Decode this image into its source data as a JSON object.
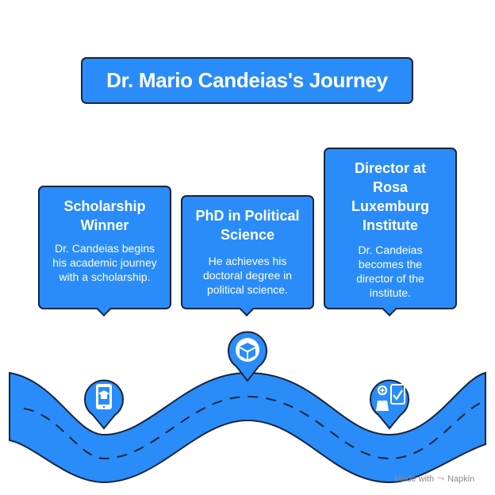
{
  "title": "Dr. Mario Candeias's Journey",
  "milestones": [
    {
      "title": "Scholarship Winner",
      "description": "Dr. Candeias begins his academic journey with a scholarship.",
      "icon": "phone-graduation-cap-icon"
    },
    {
      "title": "PhD in Political Science",
      "description": "He achieves his doctoral degree in political science.",
      "icon": "book-icon"
    },
    {
      "title": "Director at Rosa Luxemburg Institute",
      "description": "Dr. Candeias becomes the director of the institute.",
      "icon": "director-checklist-icon"
    }
  ],
  "credit": {
    "text": "Made with",
    "brand": "Napkin"
  },
  "colors": {
    "primary": "#2a8cf8",
    "outline": "#17263d",
    "text_on_primary": "#ffffff"
  }
}
